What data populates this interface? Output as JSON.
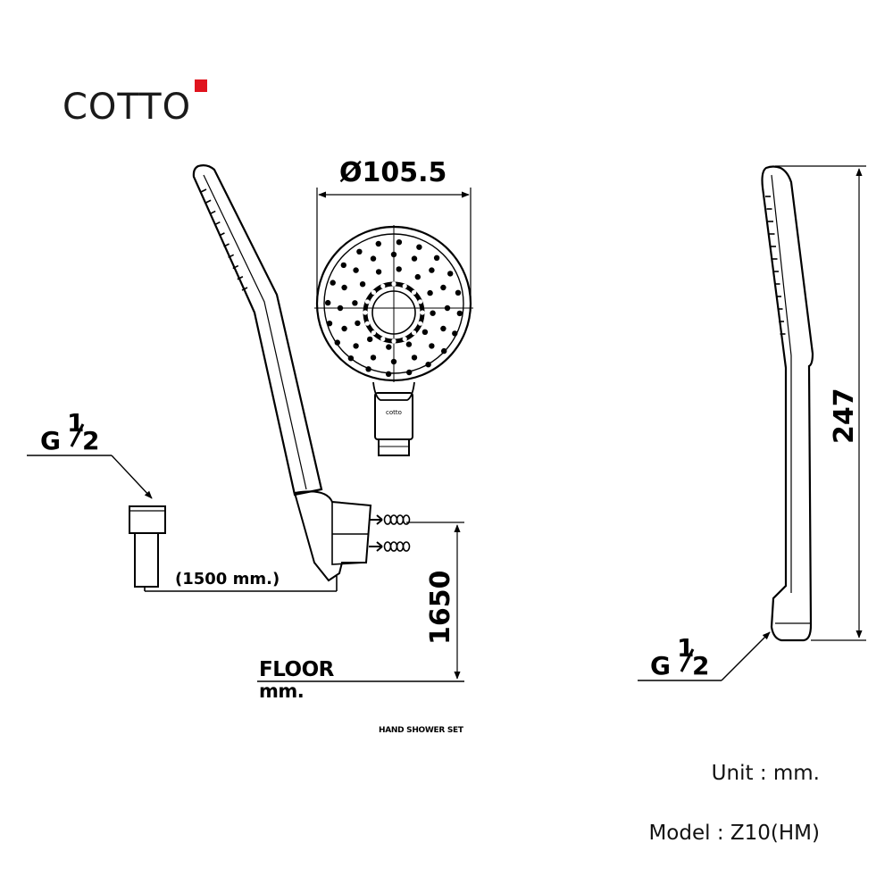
{
  "brand": {
    "name": "COTTO",
    "accent_color": "#e0141e"
  },
  "dimensions": {
    "diameter": "Ø105.5",
    "height": "247",
    "mount_height": "1650",
    "hose_length": "(1500 mm.)"
  },
  "connectors": {
    "thread_main": "G",
    "thread_fraction_num": "1",
    "thread_fraction_den": "2"
  },
  "labels": {
    "floor": "FLOOR",
    "floor_unit": "mm.",
    "caption": "HAND SHOWER SET",
    "head_logo": "cotto"
  },
  "info": {
    "unit_label": "Unit",
    "unit_value": "mm.",
    "model_label": "Model",
    "model_value": "Z10(HM)",
    "separator": ":"
  }
}
